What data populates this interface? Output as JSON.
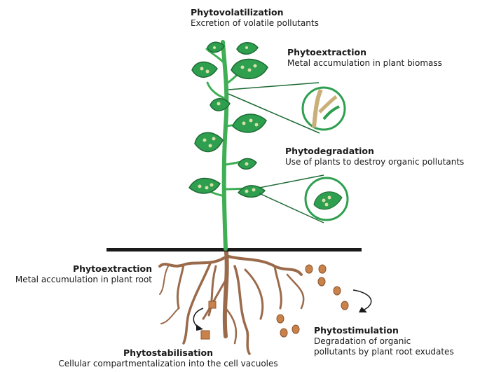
{
  "labels": {
    "phytovolatilization": {
      "title": "Phytovolatilization",
      "desc": "Excretion of volatile pollutants"
    },
    "phytoextraction_shoot": {
      "title": "Phytoextraction",
      "desc": "Metal accumulation in plant biomass"
    },
    "phytodegradation": {
      "title": "Phytodegradation",
      "desc": "Use of plants to destroy organic pollutants"
    },
    "phytoextraction_root": {
      "title": "Phytoextraction",
      "desc": "Metal accumulation in plant root"
    },
    "phytostimulation": {
      "title": "Phytostimulation",
      "desc_line1": "Degradation of organic",
      "desc_line2": "pollutants by plant root exudates"
    },
    "phytostabilisation": {
      "title": "Phytostabilisation",
      "desc": "Cellular compartmentalization into the cell vacuoles"
    }
  },
  "colors": {
    "leaf": "#2e9e4f",
    "leaf_dark": "#1f6b35",
    "stem": "#3fae55",
    "spot": "#d8e0a8",
    "root": "#9a6a4a",
    "root_dark": "#6b4530",
    "exudate": "#c9834a",
    "ground": "#1a1a1a"
  }
}
